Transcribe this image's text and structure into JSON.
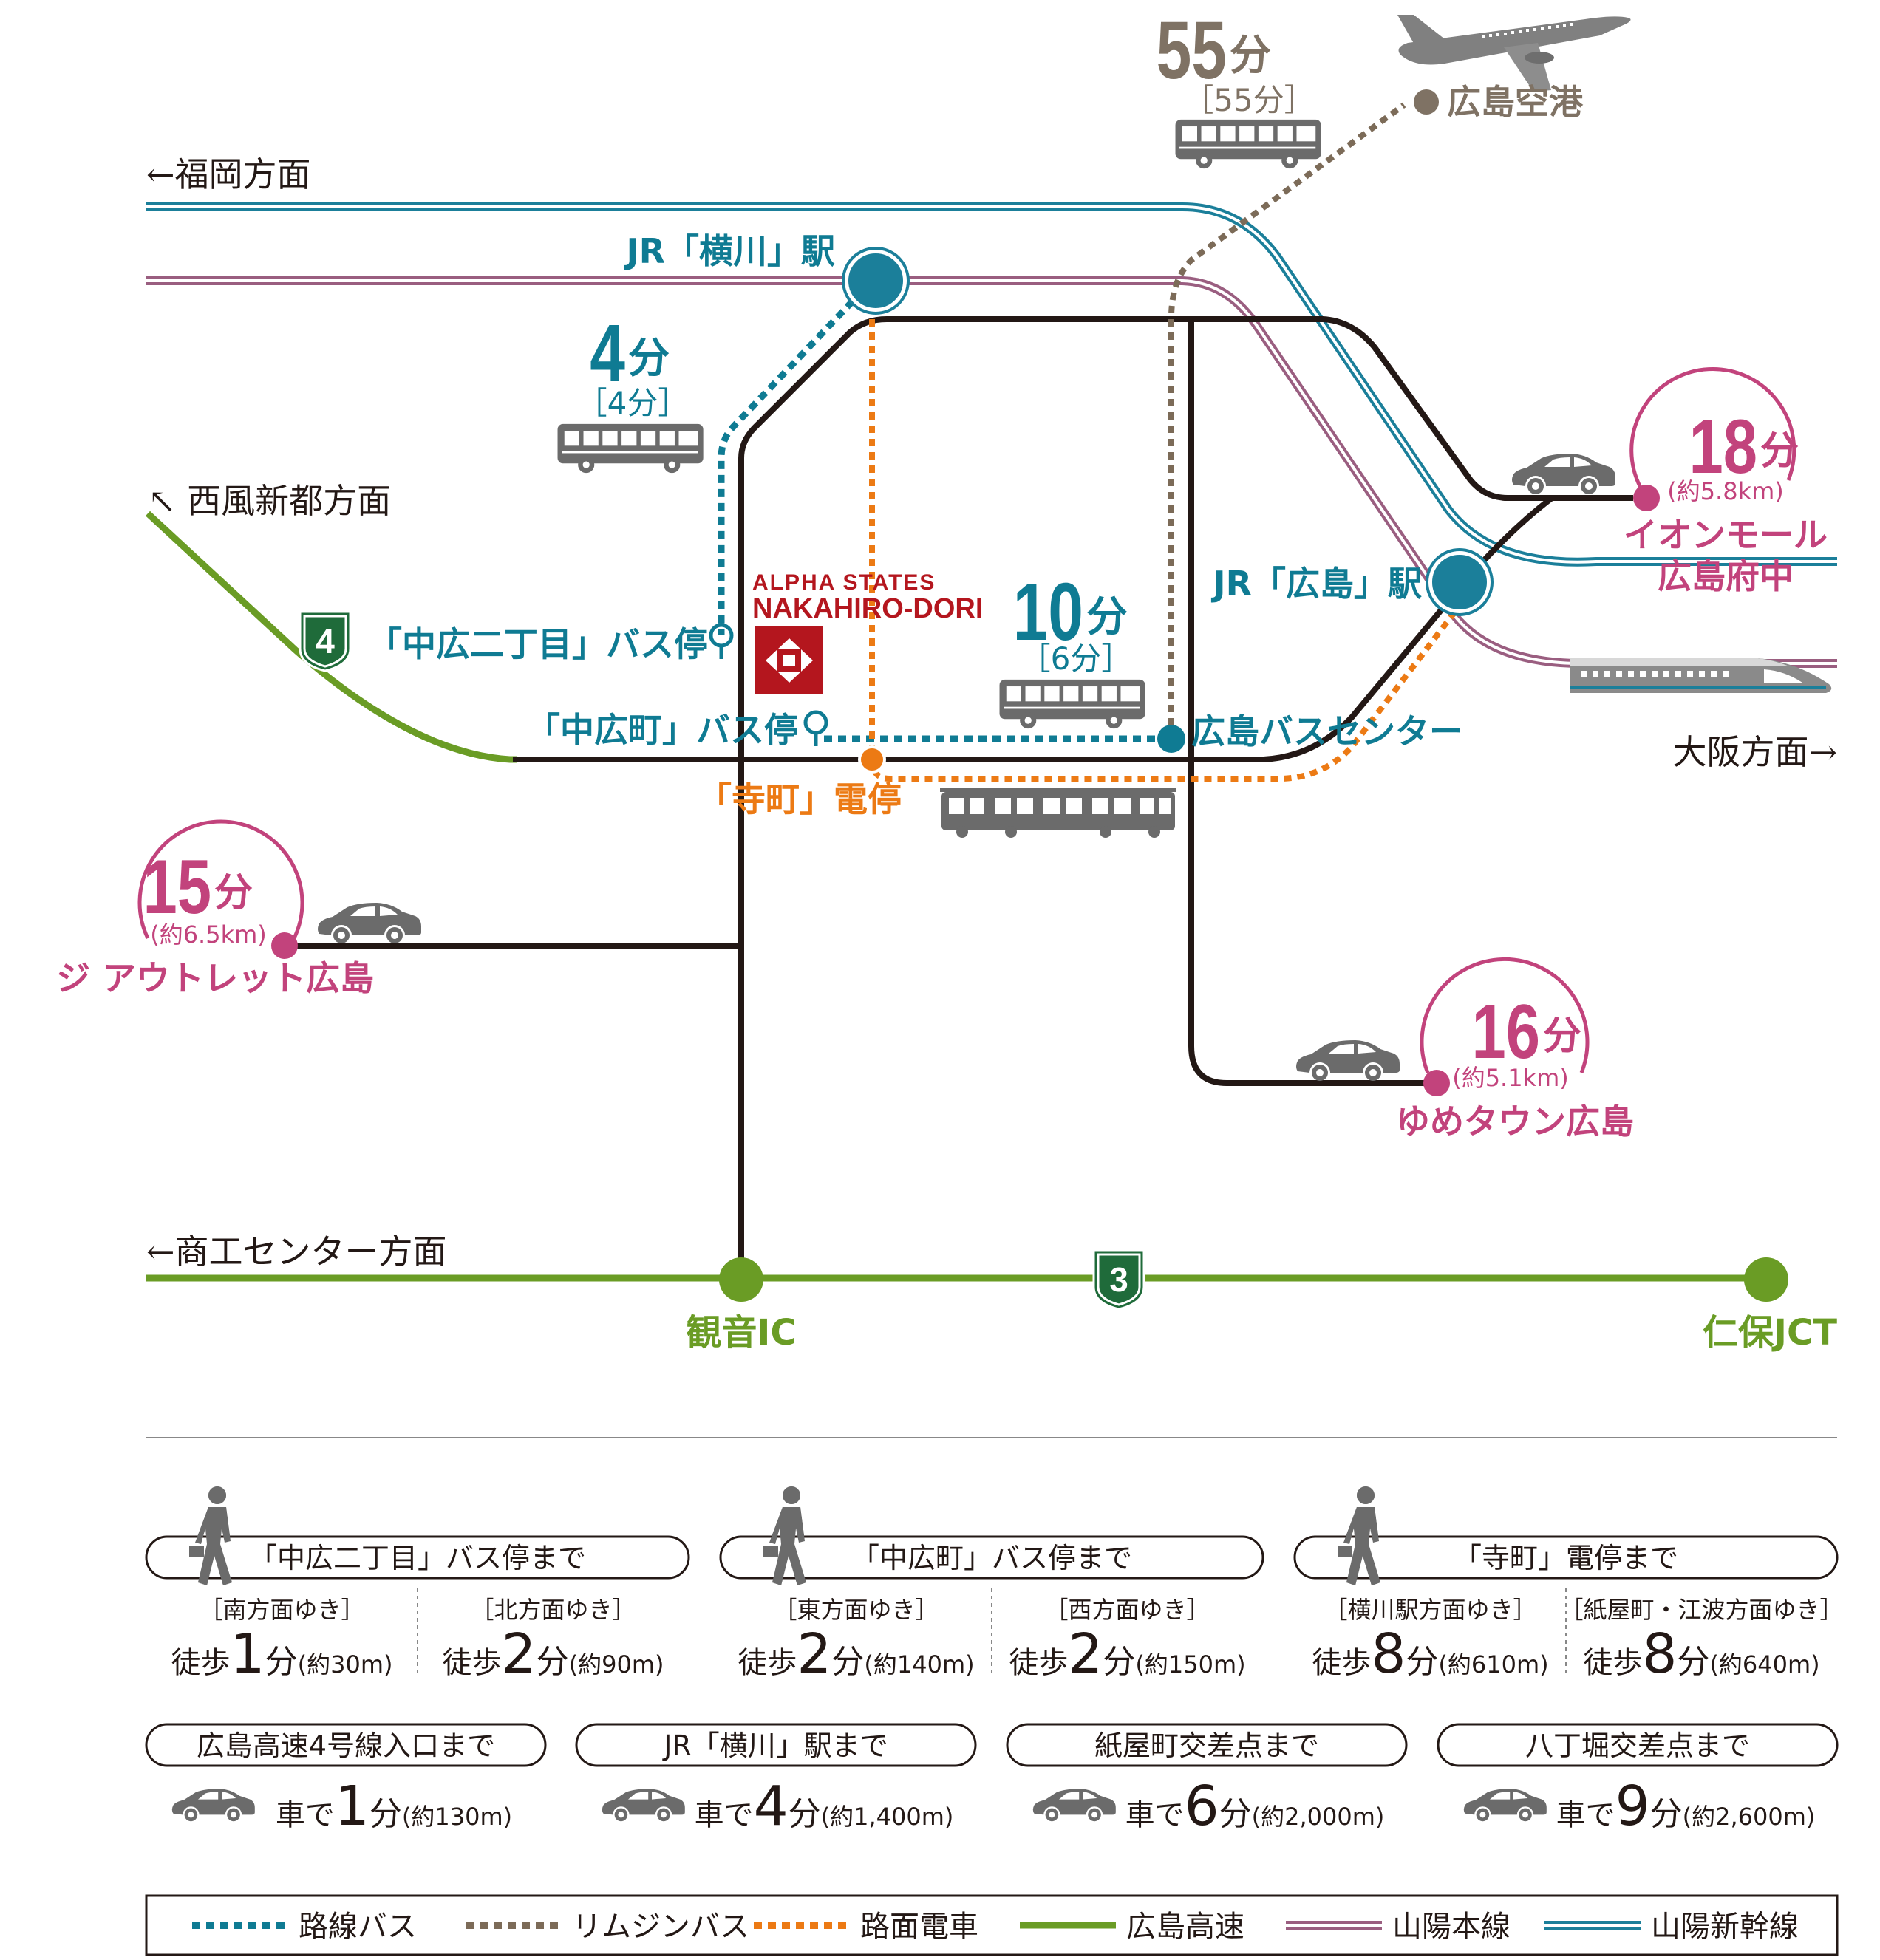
{
  "colors": {
    "bus": "#0f7b93",
    "limousine": "#7c6b58",
    "tram": "#ec7a14",
    "expressway": "#6a9c25",
    "sanyo_main": "#9a5e80",
    "shinkansen": "#1b7f9a",
    "road": "#231815",
    "pink": "#c2437c",
    "brand": "#b4161e",
    "airport": "#7f7264",
    "gray_icon": "#6b6b6b"
  },
  "map": {
    "direction_fukuoka": "←福岡方面",
    "direction_saifu": "↖ 西風新都方面",
    "direction_osaka": "大阪方面→",
    "direction_shoko": "←商工センター方面",
    "yokogawa_station": "JR「横川」駅",
    "hiroshima_station": "JR「広島」駅",
    "hiroshima_airport": "広島空港",
    "nakahiro_2chome_stop": "「中広二丁目」バス停",
    "nakahiro_cho_stop": "「中広町」バス停",
    "teramachi_stop": "「寺町」電停",
    "bus_center": "広島バスセンター",
    "kannon_ic": "観音IC",
    "niho_jct": "仁保JCT",
    "route_4": "4",
    "route_3": "3",
    "brand_line1": "ALPHA STATES",
    "brand_line2": "NAKAHIRO-DORI",
    "time_airport": {
      "num": "55",
      "unit": "分",
      "sub": "［55分］"
    },
    "time_yokogawa": {
      "num": "4",
      "unit": "分",
      "sub": "［4分］"
    },
    "time_buscenter": {
      "num": "10",
      "unit": "分",
      "sub": "［6分］"
    },
    "time_aeon": {
      "num": "18",
      "unit": "分",
      "sub": "(約5.8km)"
    },
    "aeon_line1": "イオンモール",
    "aeon_line2": "広島府中",
    "time_outlet": {
      "num": "15",
      "unit": "分",
      "sub": "(約6.5km)"
    },
    "outlet_label": "ジ アウトレット広島",
    "time_youme": {
      "num": "16",
      "unit": "分",
      "sub": "(約5.1km)"
    },
    "youme_label": "ゆめタウン広島"
  },
  "walk": [
    {
      "title": "「中広二丁目」バス停まで",
      "cols": [
        {
          "dir": "［南方面ゆき］",
          "prefix": "徒歩",
          "num": "1",
          "unit": "分",
          "dist": "(約30m)"
        },
        {
          "dir": "［北方面ゆき］",
          "prefix": "徒歩",
          "num": "2",
          "unit": "分",
          "dist": "(約90m)"
        }
      ]
    },
    {
      "title": "「中広町」バス停まで",
      "cols": [
        {
          "dir": "［東方面ゆき］",
          "prefix": "徒歩",
          "num": "2",
          "unit": "分",
          "dist": "(約140m)"
        },
        {
          "dir": "［西方面ゆき］",
          "prefix": "徒歩",
          "num": "2",
          "unit": "分",
          "dist": "(約150m)"
        }
      ]
    },
    {
      "title": "「寺町」電停まで",
      "cols": [
        {
          "dir": "［横川駅方面ゆき］",
          "prefix": "徒歩",
          "num": "8",
          "unit": "分",
          "dist": "(約610m)"
        },
        {
          "dir": "［紙屋町・江波方面ゆき］",
          "prefix": "徒歩",
          "num": "8",
          "unit": "分",
          "dist": "(約640m)"
        }
      ]
    }
  ],
  "car": [
    {
      "title": "広島高速4号線入口まで",
      "prefix": "車で",
      "num": "1",
      "unit": "分",
      "dist": "(約130m)"
    },
    {
      "title": "JR「横川」駅まで",
      "prefix": "車で",
      "num": "4",
      "unit": "分",
      "dist": "(約1,400m)"
    },
    {
      "title": "紙屋町交差点まで",
      "prefix": "車で",
      "num": "6",
      "unit": "分",
      "dist": "(約2,000m)"
    },
    {
      "title": "八丁堀交差点まで",
      "prefix": "車で",
      "num": "9",
      "unit": "分",
      "dist": "(約2,600m)"
    }
  ],
  "legend": [
    {
      "label": "路線バス",
      "style": "dotted",
      "color": "#0f7b93"
    },
    {
      "label": "リムジンバス",
      "style": "dotted",
      "color": "#7c6b58"
    },
    {
      "label": "路面電車",
      "style": "dotted",
      "color": "#ec7a14"
    },
    {
      "label": "広島高速",
      "style": "solid",
      "color": "#6a9c25"
    },
    {
      "label": "山陽本線",
      "style": "double",
      "color": "#9a5e80"
    },
    {
      "label": "山陽新幹線",
      "style": "double",
      "color": "#1b7f9a"
    }
  ]
}
